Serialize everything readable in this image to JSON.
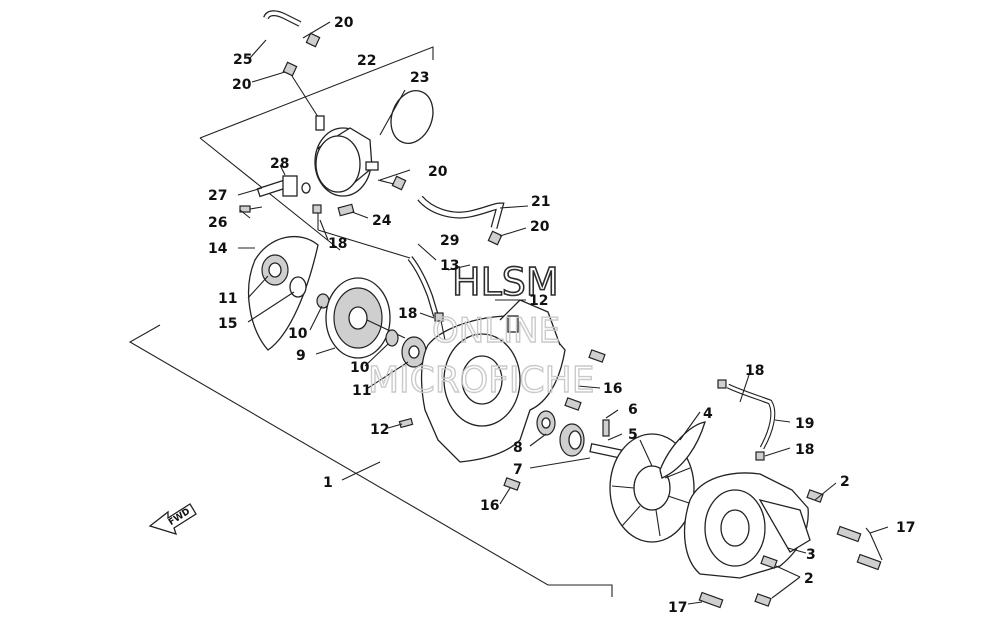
{
  "diagram": {
    "callouts": [
      {
        "id": "c25",
        "text": "25"
      },
      {
        "id": "c20a",
        "text": "20"
      },
      {
        "id": "c20b",
        "text": "20"
      },
      {
        "id": "c22",
        "text": "22"
      },
      {
        "id": "c23",
        "text": "23"
      },
      {
        "id": "c20c",
        "text": "20"
      },
      {
        "id": "c28",
        "text": "28"
      },
      {
        "id": "c27",
        "text": "27"
      },
      {
        "id": "c24",
        "text": "24"
      },
      {
        "id": "c21",
        "text": "21"
      },
      {
        "id": "c26",
        "text": "26"
      },
      {
        "id": "c20d",
        "text": "20"
      },
      {
        "id": "c18a",
        "text": "18"
      },
      {
        "id": "c14",
        "text": "14"
      },
      {
        "id": "c29",
        "text": "29"
      },
      {
        "id": "c13",
        "text": "13"
      },
      {
        "id": "c12a",
        "text": "12"
      },
      {
        "id": "c11a",
        "text": "11"
      },
      {
        "id": "c15",
        "text": "15"
      },
      {
        "id": "c18b",
        "text": "18"
      },
      {
        "id": "c10a",
        "text": "10"
      },
      {
        "id": "c9",
        "text": "9"
      },
      {
        "id": "c10b",
        "text": "10"
      },
      {
        "id": "c11b",
        "text": "11"
      },
      {
        "id": "c16a",
        "text": "16"
      },
      {
        "id": "c18c",
        "text": "18"
      },
      {
        "id": "c6",
        "text": "6"
      },
      {
        "id": "c4",
        "text": "4"
      },
      {
        "id": "c12b",
        "text": "12"
      },
      {
        "id": "c19",
        "text": "19"
      },
      {
        "id": "c5",
        "text": "5"
      },
      {
        "id": "c8",
        "text": "8"
      },
      {
        "id": "c18d",
        "text": "18"
      },
      {
        "id": "c7",
        "text": "7"
      },
      {
        "id": "c1",
        "text": "1"
      },
      {
        "id": "c2a",
        "text": "2"
      },
      {
        "id": "c16b",
        "text": "16"
      },
      {
        "id": "c17a",
        "text": "17"
      },
      {
        "id": "c3",
        "text": "3"
      },
      {
        "id": "c2b",
        "text": "2"
      },
      {
        "id": "c17b",
        "text": "17"
      }
    ],
    "fwd_label": "FWD",
    "watermark": {
      "line1": "HLSM",
      "line2": "ONLINE",
      "line3": "MICROFICHE"
    }
  }
}
